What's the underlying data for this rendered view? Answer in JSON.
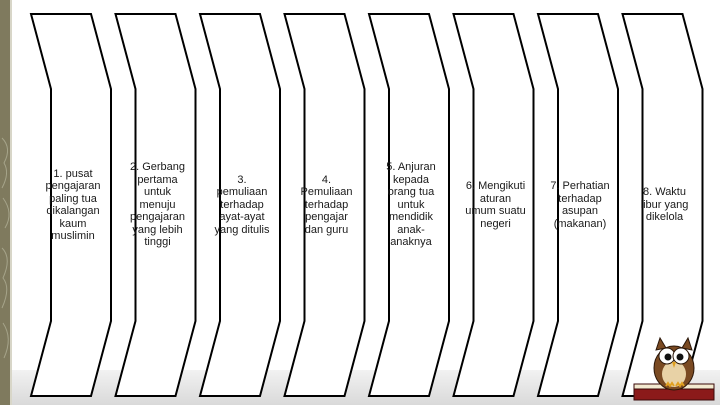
{
  "slide": {
    "items": [
      {
        "label": "1. pusat\npengajaran\npaling tua\ndikalangan\nkaum\nmuslimin"
      },
      {
        "label": "2. Gerbang\npertama\nuntuk\nmenuju\npengajaran\nyang lebih\ntinggi"
      },
      {
        "label": "3.\npemuliaan\nterhadap\nayat-ayat\nyang ditulis"
      },
      {
        "label": "4.\nPemuliaan\nterhadap\npengajar\ndan guru"
      },
      {
        "label": "5. Anjuran\nkepada\norang tua\nuntuk\nmendidik\nanak-\nanaknya"
      },
      {
        "label": "6. Mengikuti\naturan\numum suatu\nnegeri"
      },
      {
        "label": "7. Perhatian\nterhadap\nasupan\n(makanan)"
      },
      {
        "label": "8. Waktu\nlibur yang\ndikelola"
      }
    ]
  },
  "colors": {
    "sidebar": "#7f7a5e",
    "chevron_fill": "#ffffff",
    "chevron_stroke": "#000000",
    "bottom_bar": "#e6e6e6"
  },
  "decor": {
    "owl": "owl-on-book-icon",
    "leaves": "leaf-pattern-icon"
  }
}
